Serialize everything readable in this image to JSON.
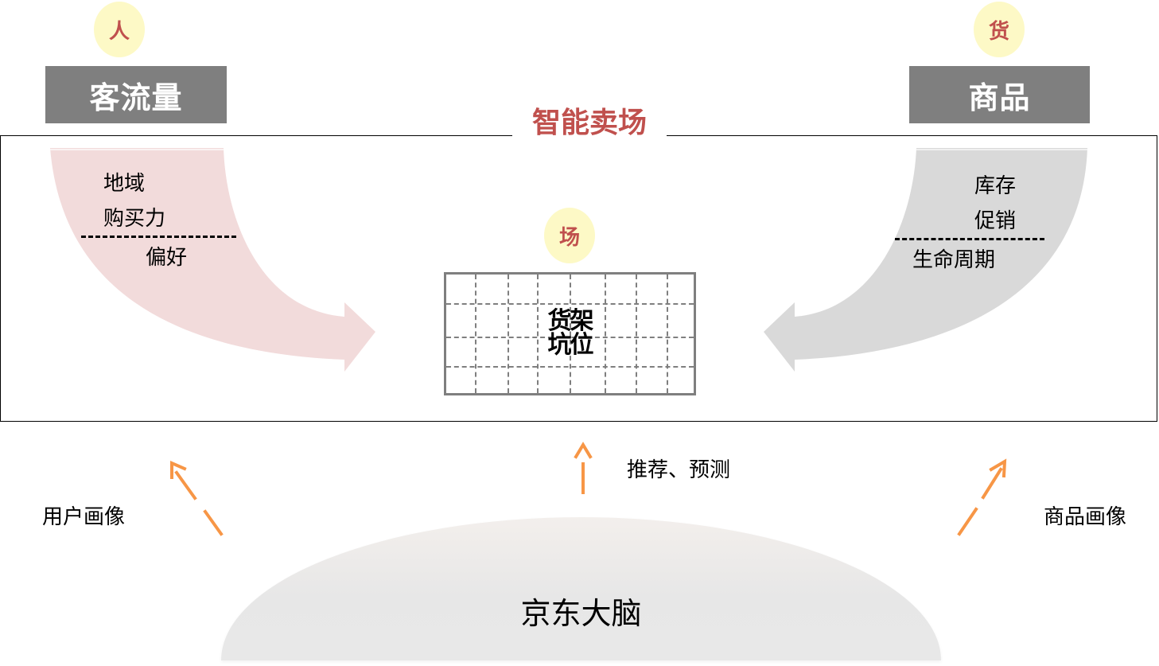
{
  "diagram": {
    "title": "智能卖场",
    "people": {
      "badge": "人",
      "header": "客流量",
      "factors_above": [
        "地域",
        "购买力"
      ],
      "factors_below": [
        "偏好"
      ],
      "arrow_color": "#f2dbdb"
    },
    "goods": {
      "badge": "货",
      "header": "商品",
      "factors_above": [
        "库存",
        "促销"
      ],
      "factors_below": [
        "生命周期"
      ],
      "arrow_color": "#d9d9d9"
    },
    "place": {
      "badge": "场",
      "shelf_label_line1": "货架",
      "shelf_label_line2": "坑位"
    },
    "bottom": {
      "source": "京东大脑",
      "left_arrow_label": "用户画像",
      "center_arrow_label": "推荐、预测",
      "right_arrow_label": "商品画像",
      "arrow_color": "#f79646"
    },
    "colors": {
      "accent_red": "#c0504d",
      "badge_fill": "#fdf9c6",
      "header_fill": "#7f7f7f",
      "grid_line": "#7f7f7f"
    }
  }
}
